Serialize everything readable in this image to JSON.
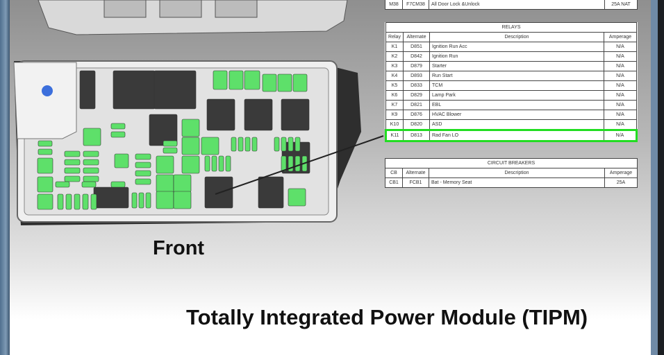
{
  "top_row": {
    "fuse": "M38",
    "alternate": "F7CM38",
    "description": "All Door Lock &Unlock",
    "amperage": "25A NAT"
  },
  "relays": {
    "title": "RELAYS",
    "headers": [
      "Relay",
      "Alternate",
      "Description",
      "Amperage"
    ],
    "rows": [
      [
        "K1",
        "D851",
        "Ignition Run Acc",
        "N/A"
      ],
      [
        "K2",
        "D842",
        "Ignition Run",
        "N/A"
      ],
      [
        "K3",
        "D879",
        "Starter",
        "N/A"
      ],
      [
        "K4",
        "D893",
        "Run Start",
        "N/A"
      ],
      [
        "K5",
        "D833",
        "TCM",
        "N/A"
      ],
      [
        "K6",
        "D829",
        "Lamp Park",
        "N/A"
      ],
      [
        "K7",
        "D821",
        "EBL",
        "N/A"
      ],
      [
        "K9",
        "D876",
        "HVAC Blower",
        "N/A"
      ],
      [
        "K10",
        "D820",
        "ASD",
        "N/A"
      ],
      [
        "K11",
        "D813",
        "Rad Fan LO",
        "N/A"
      ]
    ],
    "highlighted_relay": "K11",
    "highlight_color": "#22dd22"
  },
  "circuit_breakers": {
    "title": "CIRCUIT BREAKERS",
    "headers": [
      "CB",
      "Alternate",
      "Description",
      "Amperage"
    ],
    "rows": [
      [
        "CB1",
        "FCB1",
        "Bat - Memory Seat",
        "25A"
      ]
    ]
  },
  "diagram": {
    "front_label": "Front",
    "fuse_color": "#5ee06a",
    "relay_color": "#3a3a3a"
  },
  "page_title": "Totally Integrated Power Module (TIPM)"
}
